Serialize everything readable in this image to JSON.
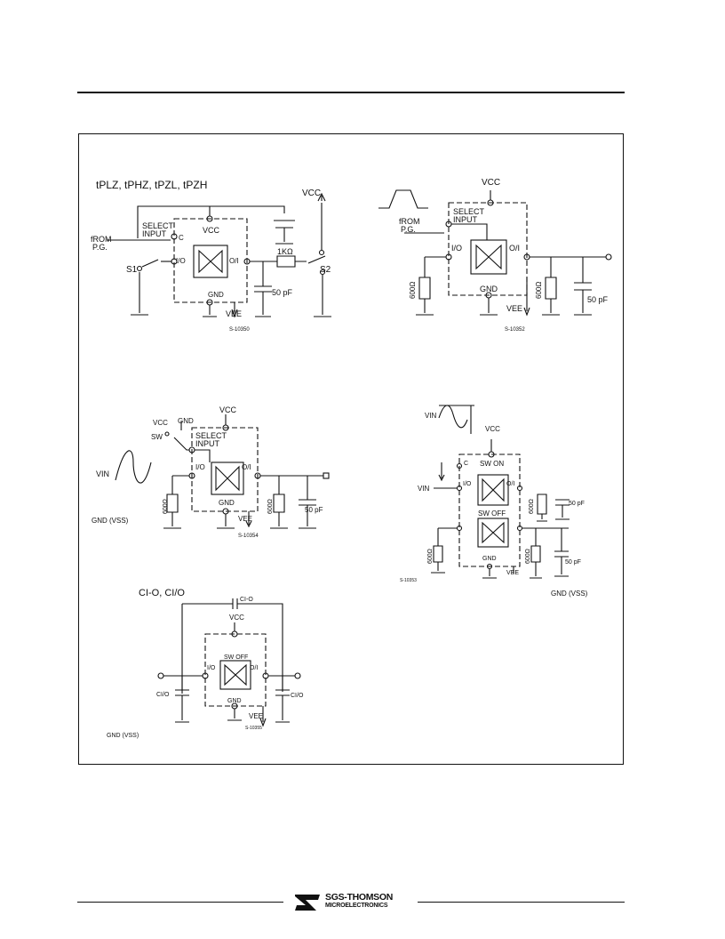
{
  "diagram1": {
    "title": "tPLZ, tPHZ, tPZL, tPZH",
    "vcc": "VCC",
    "vcc_chip": "VCC",
    "select": "SELECT",
    "input": "INPUT",
    "c": "C",
    "from": "fROM",
    "pg": "P.G.",
    "s1": "S1",
    "s2": "S2",
    "io": "I/O",
    "oi": "O/I",
    "r1k": "1KΩ",
    "gnd": "GND",
    "cap": "50 pF",
    "vee": "VEE",
    "code": "S-10350"
  },
  "diagram2": {
    "vcc": "VCC",
    "select": "SELECT",
    "input": "INPUT",
    "from": "fROM",
    "pg": "P.G.",
    "io": "I/O",
    "oi": "O/I",
    "r_in": "600Ω",
    "r_out": "600Ω",
    "gnd": "GND",
    "vee": "VEE",
    "cap": "50 pF",
    "code": "S-10352"
  },
  "diagram3": {
    "vcc": "VCC",
    "vcc_sw": "VCC",
    "gnd_sw": "GND",
    "sw": "SW",
    "select": "SELECT",
    "input": "INPUT",
    "vin": "VIN",
    "io": "I/O",
    "oi": "O/I",
    "r_in": "600Ω",
    "r_out": "600Ω",
    "gnd": "GND",
    "cap": "50 pF",
    "vee": "VEE",
    "gnd_vss": "GND (VSS)",
    "code": "S-10354"
  },
  "diagram4": {
    "vin_top": "VIN",
    "vcc": "VCC",
    "c": "C",
    "sw_on": "SW ON",
    "sw_off": "SW OFF",
    "vin": "VIN",
    "io": "I/O",
    "oi": "O/I",
    "r_top": "600Ω",
    "cap_top": "50 pF",
    "r_left": "600Ω",
    "r_bottom": "600Ω",
    "cap_bottom": "50 pF",
    "gnd": "GND",
    "vee": "VEE",
    "code": "S-10353",
    "gnd_vss": "GND (VSS)"
  },
  "diagram5": {
    "title": "CI-O, CI/O",
    "cio_top": "CI-O",
    "vcc": "VCC",
    "io": "I/O",
    "oi": "O/I",
    "sw_off": "SW OFF",
    "cio_left": "CI/O",
    "cio_right": "CI/O",
    "gnd": "GND",
    "vee": "VEE",
    "gnd_vss": "GND (VSS)",
    "code": "S-10355"
  },
  "footer": {
    "brand": "SGS-THOMSON",
    "sub": "MICROELECTRONICS"
  }
}
